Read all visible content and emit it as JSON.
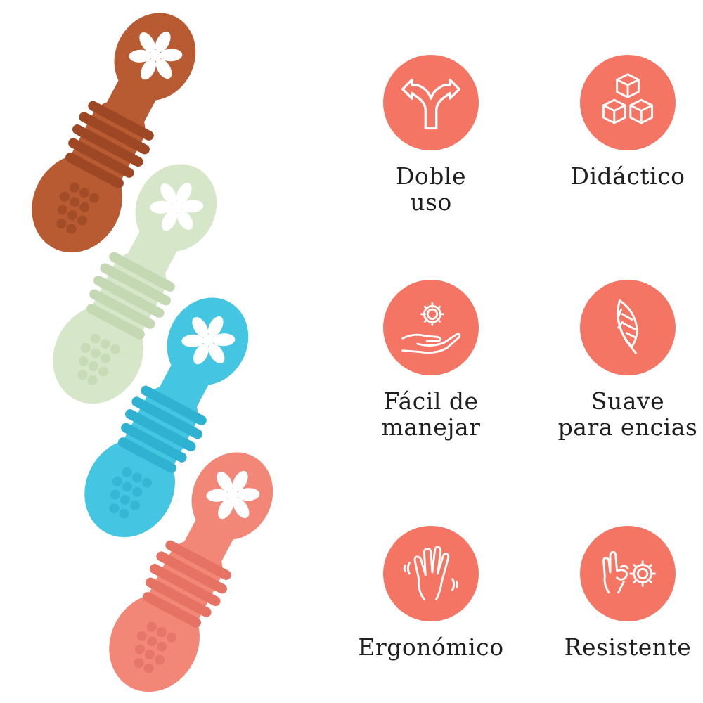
{
  "colors": {
    "accent": "#F47564",
    "spoon_brown": "#B85A32",
    "spoon_green": "#D6E6C8",
    "spoon_blue": "#44C6E2",
    "spoon_pink": "#F28778",
    "text": "#1E1E1E"
  },
  "features": [
    {
      "icon": "split-arrow-icon",
      "lines": [
        "Doble",
        "uso"
      ]
    },
    {
      "icon": "cubes-icon",
      "lines": [
        "Didáctico"
      ]
    },
    {
      "icon": "hand-gear-icon",
      "lines": [
        "Fácil de",
        "manejar"
      ]
    },
    {
      "icon": "feather-icon",
      "lines": [
        "Suave",
        "para encias"
      ]
    },
    {
      "icon": "waving-hand-icon",
      "lines": [
        "Ergonómico"
      ]
    },
    {
      "icon": "ok-hand-gears-icon",
      "lines": [
        "Resistente"
      ]
    }
  ]
}
